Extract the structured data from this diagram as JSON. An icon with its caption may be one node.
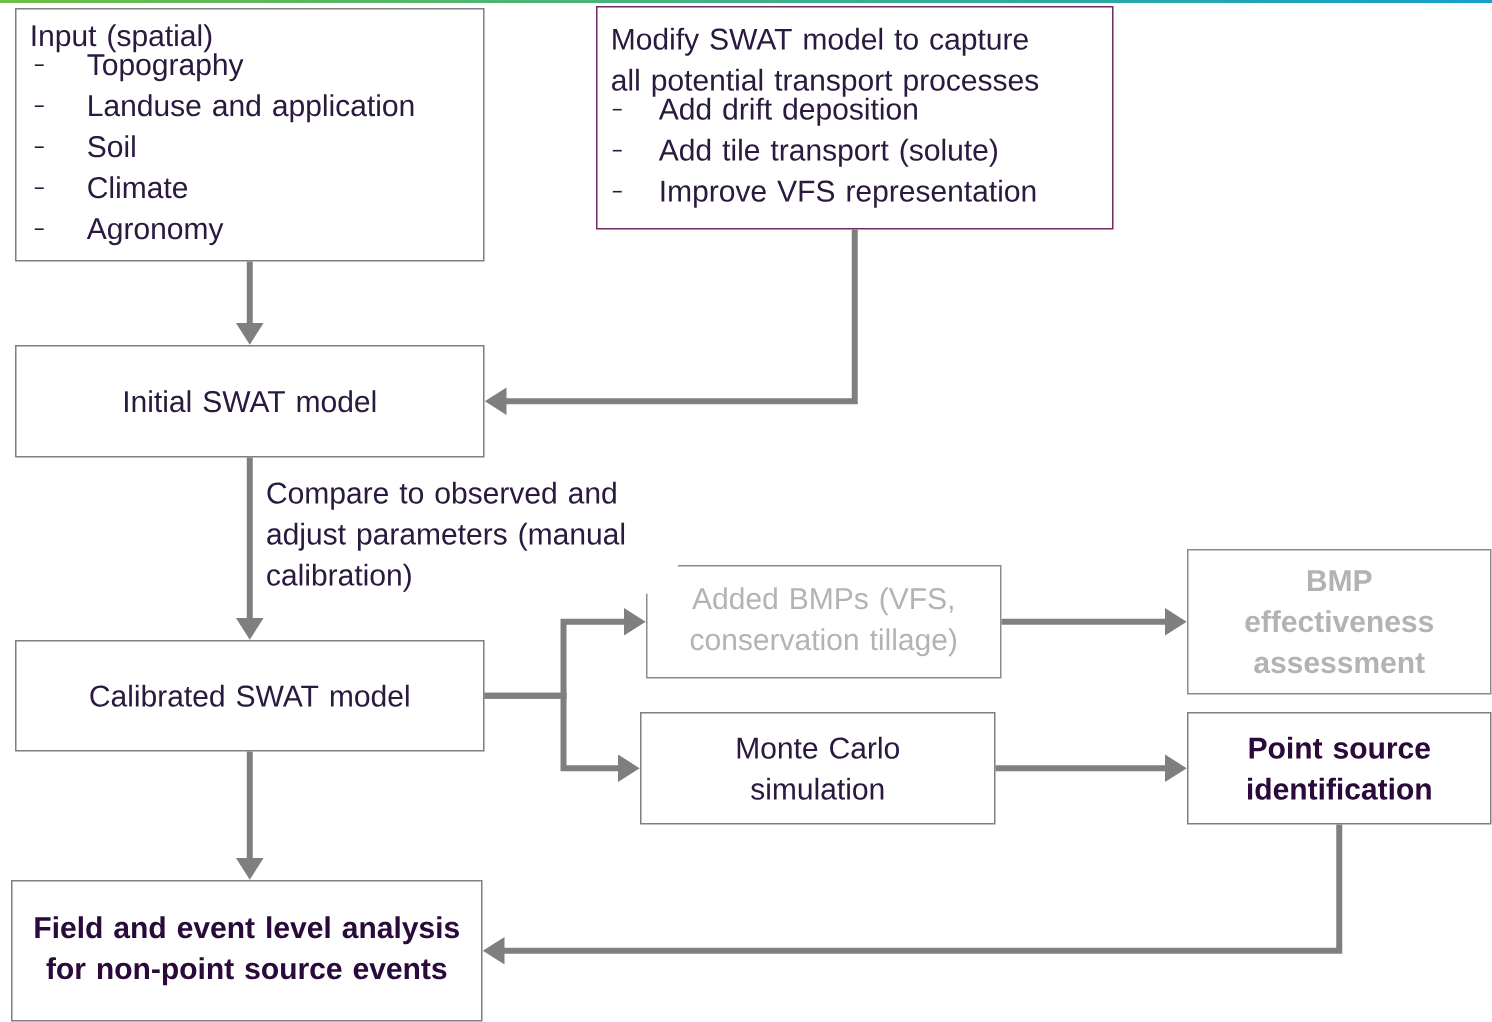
{
  "diagram": {
    "nodes": [
      {
        "text": [
          "Input (spatial)",
          "Topography",
          "Landuse and application",
          "Soil",
          "Climate",
          "Agronomy"
        ]
      },
      {
        "text": [
          "Modify SWAT model to capture all potential transport processes",
          "Add drift deposition",
          "Add tile transport (solute)",
          "Improve VFS representation"
        ]
      },
      {
        "text": [
          "Initial SWAT model"
        ]
      },
      {
        "text": [
          "Calibrated SWAT model"
        ]
      },
      {
        "text": [
          "Added BMPs (VFS, conservation tillage)"
        ]
      },
      {
        "text": [
          "BMP effectiveness assessment"
        ]
      },
      {
        "text": [
          "Monte Carlo simulation"
        ]
      },
      {
        "text": [
          "Point source identification"
        ]
      },
      {
        "text": [
          "Field and event level analysis for non-point source events"
        ]
      }
    ],
    "edges": [
      {
        "from": 0,
        "to": 2,
        "arrow": "to"
      },
      {
        "from": 1,
        "to": 2,
        "arrow": "to"
      },
      {
        "from": 2,
        "to": 3,
        "arrow": "to",
        "label": "Compare to observed and adjust parameters (manual calibration)"
      },
      {
        "from": 3,
        "to": 4,
        "arrow": "to"
      },
      {
        "from": 3,
        "to": 6,
        "arrow": "to"
      },
      {
        "from": 4,
        "to": 5,
        "arrow": "to"
      },
      {
        "from": 6,
        "to": 7,
        "arrow": "to"
      },
      {
        "from": 3,
        "to": 8,
        "arrow": "to"
      },
      {
        "from": 7,
        "to": 8,
        "arrow": "to"
      }
    ]
  }
}
